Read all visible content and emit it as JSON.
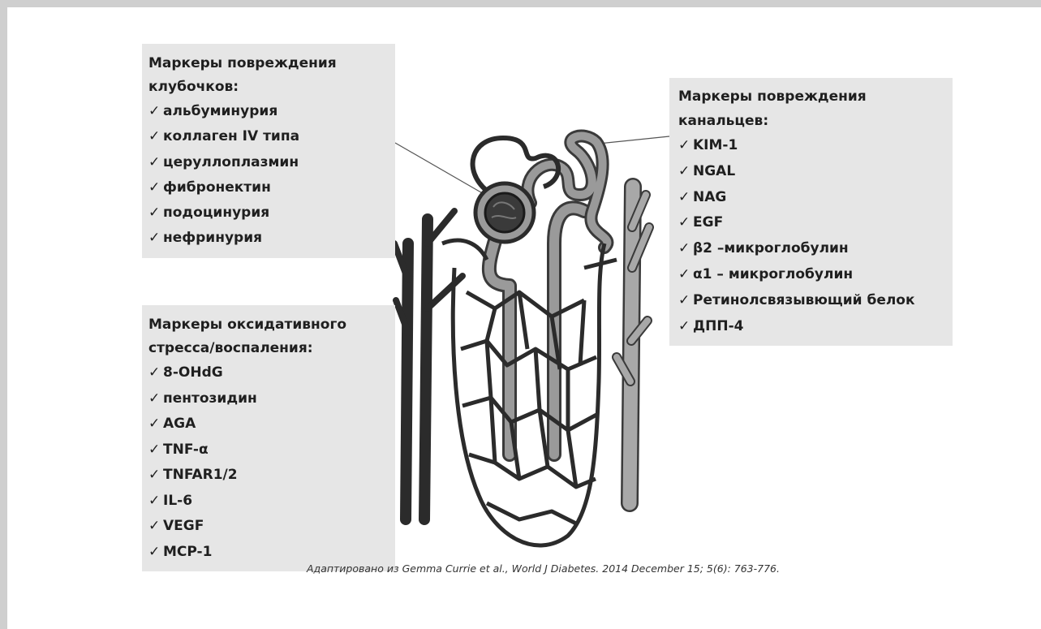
{
  "glomerular_box": {
    "title_line1": "Маркеры повреждения",
    "title_line2": "клубочков:",
    "items": [
      "альбуминурия",
      "коллаген IV типа",
      "церуллоплазмин",
      "фибронектин",
      "подоцинурия",
      "нефринурия"
    ]
  },
  "tubular_box": {
    "title_line1": "Маркеры повреждения",
    "title_line2": "канальцев:",
    "items": [
      "KIM-1",
      "NGAL",
      "NAG",
      "EGF",
      "β2 –микроглобулин",
      "α1 – микроглобулин",
      "Ретинолсвязывющий белок",
      "ДПП-4"
    ]
  },
  "oxidative_box": {
    "title_line1": "Маркеры оксидативного",
    "title_line2": "стресса/воспаления:",
    "items": [
      "8-OHdG",
      "пентозидин",
      "AGA",
      "TNF-α",
      "TNFAR1/2",
      "IL-6",
      "VEGF",
      "MCP-1"
    ]
  },
  "check_mark": "✓",
  "caption": "Адаптировано из Gemma Currie et al., World J Diabetes. 2014 December 15; 5(6): 763-776.",
  "colors": {
    "frame": "#cfcfcf",
    "box_fill": "#e6e6e6",
    "vessel_dark": "#2b2b2b",
    "tubule_grey": "#9a9a9a"
  }
}
